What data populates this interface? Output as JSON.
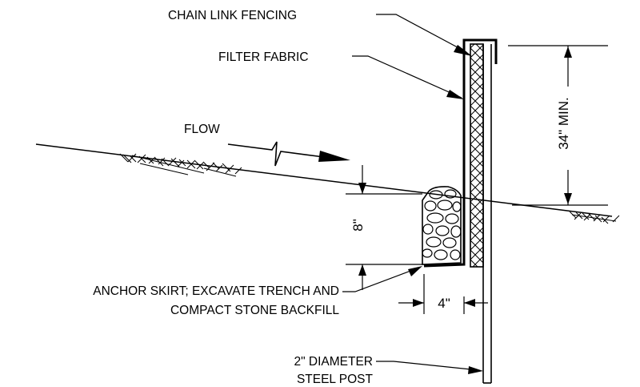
{
  "labels": {
    "chain_link_fencing": "CHAIN LINK FENCING",
    "filter_fabric": "FILTER FABRIC",
    "flow": "FLOW",
    "anchor_line1": "ANCHOR SKIRT; EXCAVATE TRENCH AND",
    "anchor_line2": "COMPACT STONE BACKFILL",
    "post_line1": "2\" DIAMETER",
    "post_line2": "STEEL POST"
  },
  "dimensions": {
    "height_min": "34\" MIN.",
    "trench_depth": "8\"",
    "trench_width": "4\""
  }
}
